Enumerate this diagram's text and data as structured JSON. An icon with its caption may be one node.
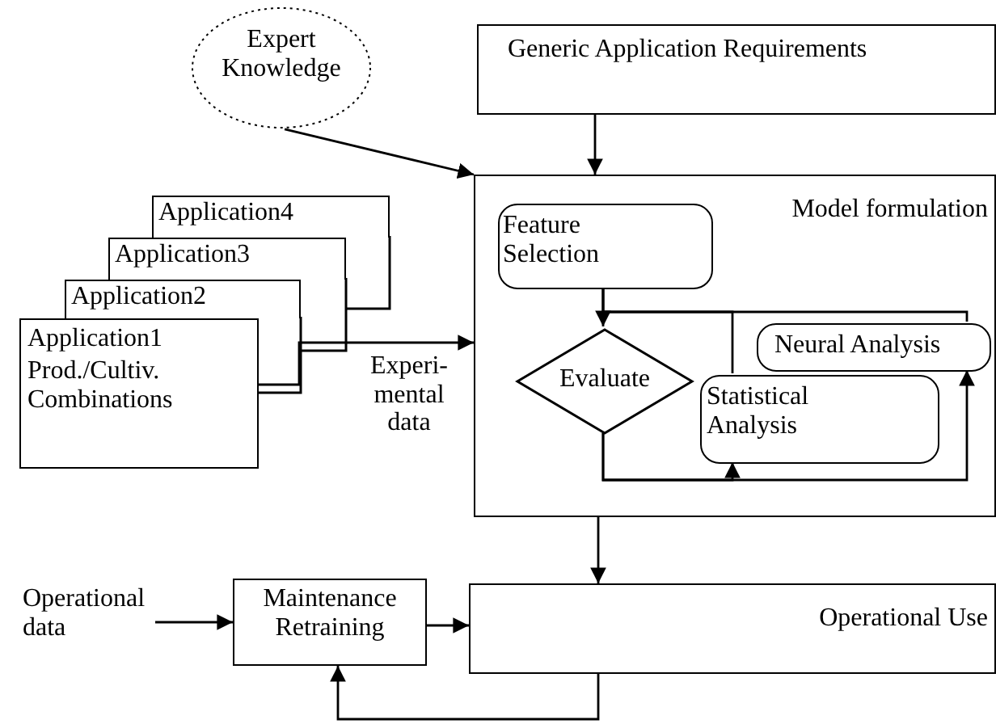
{
  "diagram": {
    "nodes": [
      {
        "text": [
          "Expert Knowledge"
        ]
      },
      {
        "text": [
          "Generic Application Requirements"
        ]
      },
      {
        "text": [
          "Model formulation"
        ]
      },
      {
        "text": [
          "Feature Selection"
        ],
        "in": 2
      },
      {
        "text": [
          "Evaluate"
        ],
        "in": 2
      },
      {
        "text": [
          "Neural Analysis"
        ],
        "in": 2
      },
      {
        "text": [
          "Statistical Analysis"
        ],
        "in": 2
      },
      {
        "text": [
          "Application4"
        ]
      },
      {
        "text": [
          "Application3"
        ]
      },
      {
        "text": [
          "Application2"
        ]
      },
      {
        "text": [
          "Application1",
          "Prod./Cultiv. Combinations"
        ]
      },
      {
        "text": [
          "Operational data"
        ]
      },
      {
        "text": [
          "Maintenance Retraining"
        ]
      },
      {
        "text": [
          "Operational Use"
        ]
      }
    ],
    "edges": [
      {
        "from": 0,
        "to": 2,
        "arrow": "to"
      },
      {
        "from": 1,
        "to": 2,
        "arrow": "to"
      },
      {
        "from": 10,
        "to": 2,
        "arrow": "to",
        "label": "Experi- mental data"
      },
      {
        "from": 3,
        "to": 4,
        "arrow": "to"
      },
      {
        "from": 3,
        "to": 6,
        "arrow": "none"
      },
      {
        "from": 3,
        "to": 5,
        "arrow": "none"
      },
      {
        "from": 4,
        "to": 6,
        "arrow": "to"
      },
      {
        "from": 4,
        "to": 5,
        "arrow": "to"
      },
      {
        "from": 2,
        "to": 13,
        "arrow": "to"
      },
      {
        "from": 11,
        "to": 12,
        "arrow": "to"
      },
      {
        "from": 12,
        "to": 13,
        "arrow": "to"
      },
      {
        "from": 13,
        "to": 12,
        "arrow": "to"
      }
    ]
  }
}
